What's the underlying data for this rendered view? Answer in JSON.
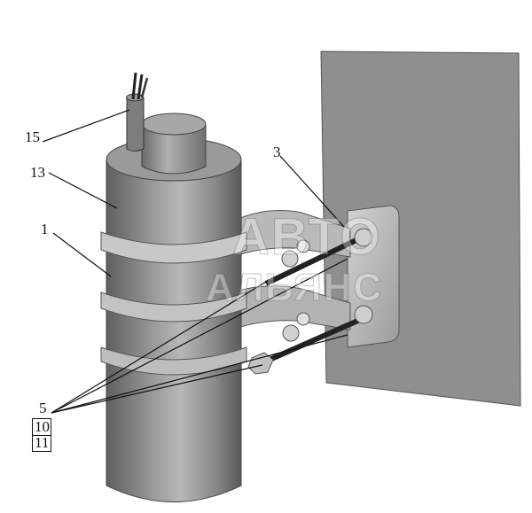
{
  "callouts": {
    "c15": "15",
    "c13": "13",
    "c1": "1",
    "c3": "3",
    "c5": "5",
    "c10": "10",
    "c11": "11"
  },
  "watermark": {
    "line1": "АВТО",
    "line2": "АЛЬЯНС"
  },
  "colors": {
    "wall": "#8f8f8f",
    "cylinder_dark": "#6a6a6a",
    "cylinder_light": "#c9c9c9",
    "metal": "#b5b5b5"
  }
}
